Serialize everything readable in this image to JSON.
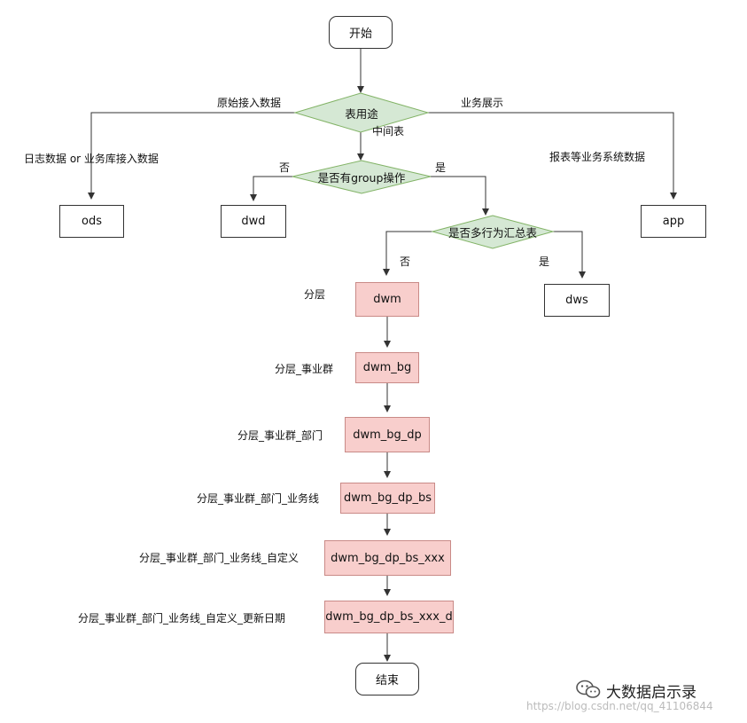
{
  "nodes": {
    "start": "开始",
    "purpose": "表用途",
    "has_group": "是否有group操作",
    "multi_behavior": "是否多行为汇总表",
    "ods": "ods",
    "dwd": "dwd",
    "app": "app",
    "dws": "dws",
    "dwm": "dwm",
    "dwm_bg": "dwm_bg",
    "dwm_bg_dp": "dwm_bg_dp",
    "dwm_bg_dp_bs": "dwm_bg_dp_bs",
    "dwm_bg_dp_bs_xxx": "dwm_bg_dp_bs_xxx",
    "dwm_bg_dp_bs_xxx_d": "dwm_bg_dp_bs_xxx_d",
    "end": "结束"
  },
  "edges": {
    "raw_access": "原始接入数据",
    "business_display": "业务展示",
    "intermediate": "中间表",
    "log_or_db": "日志数据 or 业务库接入数据",
    "report_systems": "报表等业务系统数据",
    "group_no": "否",
    "group_yes": "是",
    "multi_no": "否",
    "multi_yes": "是"
  },
  "layer_labels": {
    "l1": "分层",
    "l2": "分层_事业群",
    "l3": "分层_事业群_部门",
    "l4": "分层_事业群_部门_业务线",
    "l5": "分层_事业群_部门_业务线_自定义",
    "l6": "分层_事业群_部门_业务线_自定义_更新日期"
  },
  "watermark": {
    "account": "大数据启示录",
    "url": "https://blog.csdn.net/qq_41106844"
  },
  "colors": {
    "decision_fill": "#d5e8d4",
    "decision_stroke": "#82b366",
    "layer_fill": "#f8cecc",
    "line": "#333333"
  }
}
